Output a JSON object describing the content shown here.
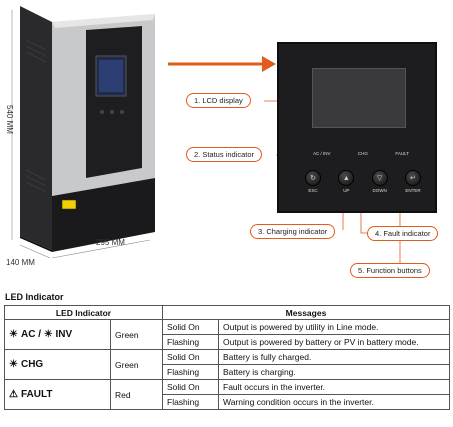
{
  "figure": {
    "dimensions": {
      "height": "540 MM",
      "width": "295 MM",
      "depth": "140 MM"
    },
    "panel": {
      "led_labels": [
        "AC / INV",
        "CHG",
        "FAULT"
      ],
      "buttons": [
        {
          "label": "ESC",
          "glyph": "↻"
        },
        {
          "label": "UP",
          "glyph": "▲"
        },
        {
          "label": "DOWN",
          "glyph": "▽"
        },
        {
          "label": "ENTER",
          "glyph": "↵"
        }
      ]
    },
    "callouts": [
      "1. LCD display",
      "2. Status indicator",
      "3. Charging indicator",
      "4. Fault indicator",
      "5. Function buttons"
    ],
    "colors": {
      "accent": "#e25a1c",
      "panel": "#1d1d1f"
    }
  },
  "table": {
    "title": "LED Indicator",
    "headers": {
      "indicator": "LED Indicator",
      "messages": "Messages"
    },
    "rows": [
      {
        "symbol": "☀",
        "label": "AC / ☀ INV",
        "color": "Green",
        "states": [
          {
            "state": "Solid On",
            "message": "Output is powered by utility in Line mode."
          },
          {
            "state": "Flashing",
            "message": "Output is powered by battery or PV in battery mode."
          }
        ]
      },
      {
        "symbol": "☀",
        "label": "CHG",
        "color": "Green",
        "states": [
          {
            "state": "Solid On",
            "message": "Battery is fully charged."
          },
          {
            "state": "Flashing",
            "message": "Battery is charging."
          }
        ]
      },
      {
        "symbol": "⚠",
        "label": "FAULT",
        "color": "Red",
        "states": [
          {
            "state": "Solid On",
            "message": "Fault occurs in the inverter."
          },
          {
            "state": "Flashing",
            "message": "Warning condition occurs in the inverter."
          }
        ]
      }
    ]
  }
}
